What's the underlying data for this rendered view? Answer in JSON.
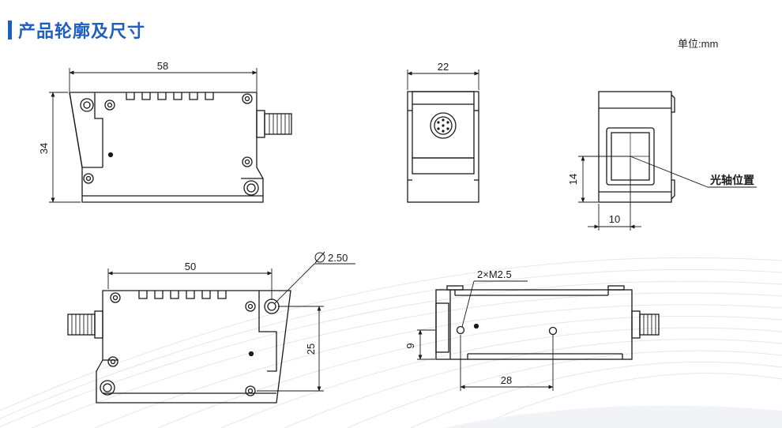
{
  "title": "产品轮廓及尺寸",
  "unit_label": "单位:mm",
  "dimensions": {
    "front_width": "58",
    "front_height": "34",
    "side_width": "22",
    "optical_height": "14",
    "optical_offset": "10",
    "bottom_width": "50",
    "bottom_height": "25",
    "hole_diameter": "2.50",
    "screw_label": "2×M2.5",
    "screw_spacing": "28",
    "window_height": "9"
  },
  "callouts": {
    "optical_axis": "光轴位置"
  },
  "colors": {
    "accent": "#1f5fbf",
    "line": "#1a1a1a",
    "background_arcs": "#dfe3ea"
  }
}
